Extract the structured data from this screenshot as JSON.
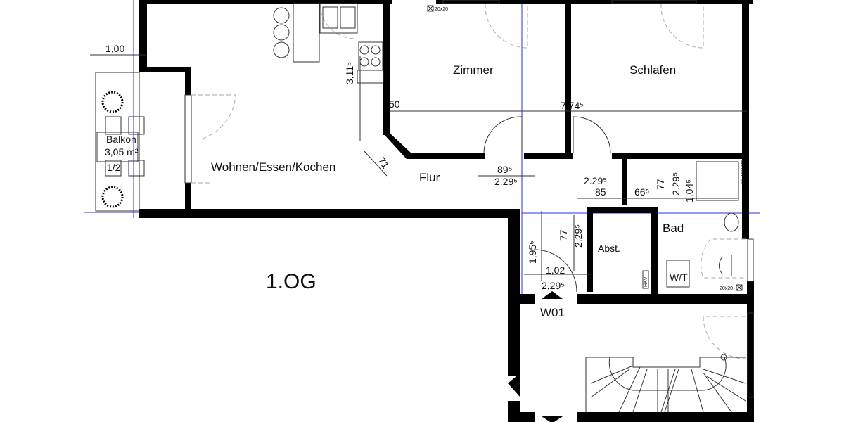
{
  "plan": {
    "floor_label": "1.OG",
    "rooms": {
      "living": "Wohnen/Essen/Kochen",
      "zimmer": "Zimmer",
      "schlafen": "Schlafen",
      "flur": "Flur",
      "bad": "Bad",
      "abst": "Abst.",
      "wt": "W/T",
      "balkon": "Balkon",
      "balkon_area": "3,05 m²",
      "balkon_factor": "1/2",
      "stair_label": "W01"
    },
    "dimensions": {
      "balkon_width": "1,00",
      "kitchen_depth": "3,11⁵",
      "wall_50": "50",
      "diag_71": "71",
      "length_774": "7,74⁵",
      "door_895": "89⁵",
      "flur_2295": "2.29⁵",
      "flur2_2295": "2.29⁵",
      "flur_85": "85",
      "d_665": "66⁵",
      "d_77a": "77",
      "d_2295v": "2.29⁵",
      "d_1045": "1,04⁵",
      "d_77b": "77",
      "d_229b": "2,29⁵",
      "d_1955": "1,95⁵",
      "d_102": "1,02",
      "d_229c": "2,29⁵"
    },
    "annotations": {
      "shaft1": "20x20",
      "shaft2": "20x20",
      "shower": "15 x 60 cm",
      "hkv": "HKV"
    }
  }
}
